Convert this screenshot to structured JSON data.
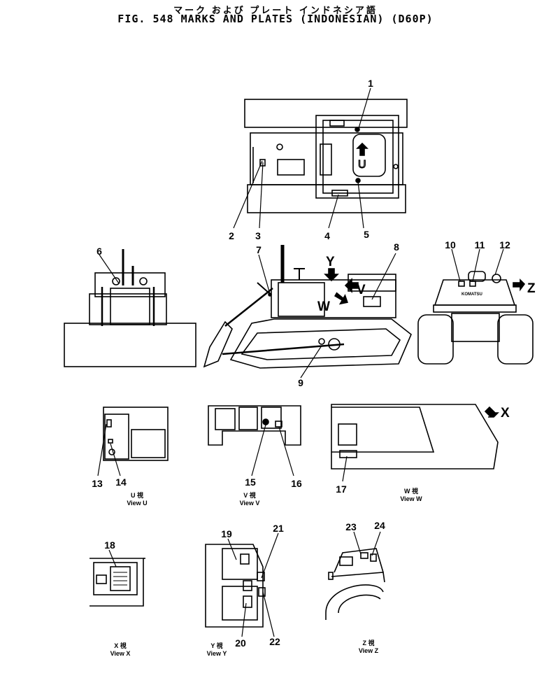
{
  "header": {
    "title_jp": "マーク および プレート インドネシア語",
    "title_en": "FIG. 548 MARKS AND PLATES (INDONESIAN) (D60P)"
  },
  "callouts": [
    "1",
    "2",
    "3",
    "4",
    "5",
    "6",
    "7",
    "8",
    "9",
    "10",
    "11",
    "12",
    "13",
    "14",
    "15",
    "16",
    "17",
    "18",
    "19",
    "20",
    "21",
    "22",
    "23",
    "24"
  ],
  "view_letters": {
    "u_inner": "U",
    "v": "V",
    "w": "W",
    "x": "X",
    "y": "Y",
    "z": "Z"
  },
  "view_captions": [
    {
      "jp": "U 視",
      "en": "View U"
    },
    {
      "jp": "V 視",
      "en": "View V"
    },
    {
      "jp": "W 視",
      "en": "View W"
    },
    {
      "jp": "X 視",
      "en": "View X"
    },
    {
      "jp": "Y 視",
      "en": "View Y"
    },
    {
      "jp": "Z 視",
      "en": "View Z"
    }
  ],
  "plate_text": {
    "komatsu": "KOMATSU"
  }
}
